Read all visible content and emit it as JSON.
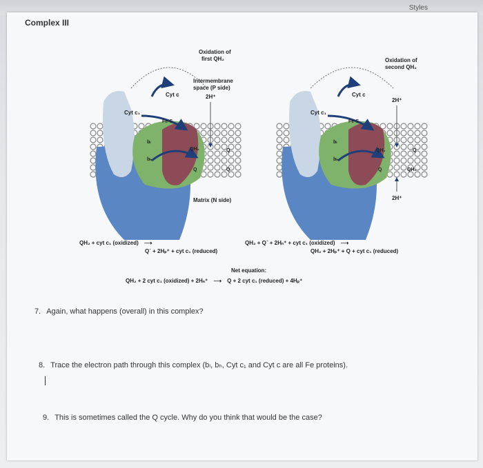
{
  "toolbar": {
    "styles_label": "Styles"
  },
  "document": {
    "heading": "Complex III",
    "figure": {
      "left_panel_title_line1": "Oxidation of",
      "left_panel_title_line2": "first QH₂",
      "right_panel_title_line1": "Oxidation of",
      "right_panel_title_line2": "second QH₂",
      "intermembrane_line1": "Intermembrane",
      "intermembrane_line2": "space (P side)",
      "matrix_label": "Matrix (N side)",
      "cyt_c": "Cyt c",
      "cyt_c1": "Cyt c₁",
      "fe_s": "Fe-S",
      "bl": "bₗ",
      "bh": "bₕ",
      "qh2": "QH₂",
      "q": "Q",
      "q_radical": "Q˙",
      "two_h_plus": "2H⁺"
    },
    "equations": {
      "left_line1": "QH₂ + cyt c₁ (oxidized)",
      "left_arrow": "⟶",
      "left_line2": "Q˙ + 2Hₚ⁺ + cyt c₁ (reduced)",
      "right_line1": "QH₂ + Q˙ + 2Hₙ⁺ + cyt c₁ (oxidized)",
      "right_arrow": "⟶",
      "right_line2": "QH₂ + 2Hₚ⁺ + Q + cyt c₁ (reduced)",
      "net_label": "Net equation:",
      "net_left": "QH₂ + 2 cyt c₁ (oxidized) + 2Hₙ⁺",
      "net_arrow": "⟶",
      "net_right": "Q + 2 cyt c₁ (reduced) + 4Hₚ⁺"
    },
    "questions": [
      {
        "number": "7.",
        "text": "Again, what happens (overall) in this complex?"
      },
      {
        "number": "8.",
        "text": "Trace the electron path through this complex (bₗ, bₕ, Cyt c₁ and Cyt c are all Fe proteins)."
      },
      {
        "number": "9.",
        "text": "This is sometimes called the Q cycle.  Why do you think that would be the case?"
      }
    ]
  },
  "colors": {
    "protein_blue": "#5a86c4",
    "protein_light": "#c9d6e6",
    "green_core": "#7fb26a",
    "maroon": "#8d4b57",
    "arrow_navy": "#1f3f7a",
    "membrane_gray": "#a9a9a9"
  }
}
